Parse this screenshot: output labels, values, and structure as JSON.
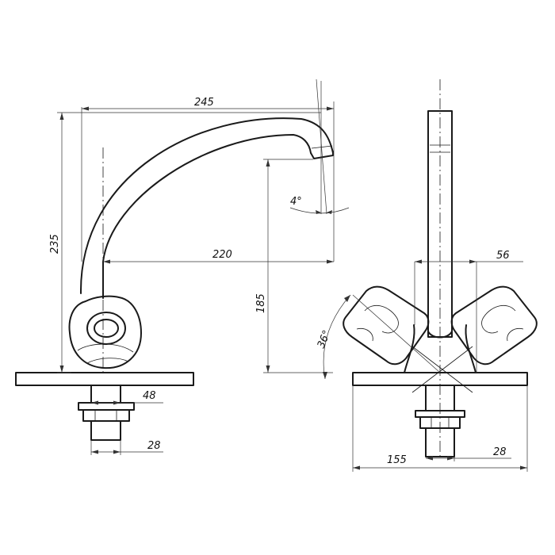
{
  "drawing": {
    "dimensions": {
      "d245": "245",
      "d235": "235",
      "d4deg": "4°",
      "d220": "220",
      "d185": "185",
      "d48": "48",
      "d28_left": "28",
      "d56": "56",
      "d36deg": "36°",
      "d155": "155",
      "d28_right": "28"
    }
  }
}
